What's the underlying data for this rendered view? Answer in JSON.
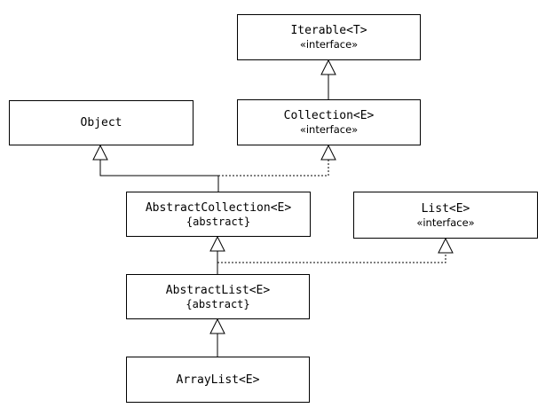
{
  "classes": {
    "iterable": {
      "name": "Iterable<T>",
      "stereotype": "«interface»"
    },
    "object": {
      "name": "Object"
    },
    "collection": {
      "name": "Collection<E>",
      "stereotype": "«interface»"
    },
    "abstract_collection": {
      "name": "AbstractCollection<E>",
      "stereotype": "{abstract}"
    },
    "list": {
      "name": "List<E>",
      "stereotype": "«interface»"
    },
    "abstract_list": {
      "name": "AbstractList<E>",
      "stereotype": "{abstract}"
    },
    "array_list": {
      "name": "ArrayList<E>"
    }
  },
  "colors": {
    "line": "#000000",
    "background": "#ffffff"
  }
}
